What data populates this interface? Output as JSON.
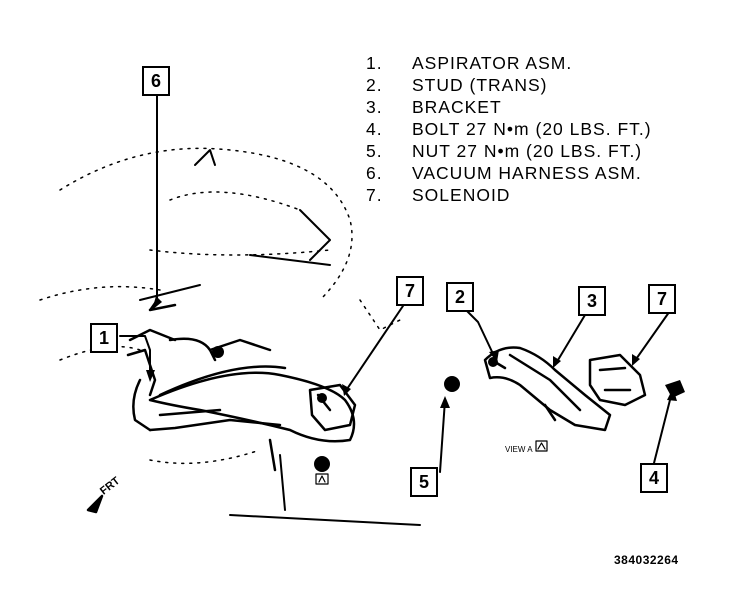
{
  "legend": {
    "items": [
      {
        "num": "1.",
        "label": "ASPIRATOR ASM."
      },
      {
        "num": "2.",
        "label": "STUD (TRANS)"
      },
      {
        "num": "3.",
        "label": "BRACKET"
      },
      {
        "num": "4.",
        "label": "BOLT 27 N•m (20 LBS. FT.)"
      },
      {
        "num": "5.",
        "label": "NUT 27 N•m (20 LBS. FT.)"
      },
      {
        "num": "6.",
        "label": "VACUUM HARNESS ASM."
      },
      {
        "num": "7.",
        "label": "SOLENOID"
      }
    ]
  },
  "callouts": {
    "c1": "1",
    "c2": "2",
    "c3": "3",
    "c4": "4",
    "c5": "5",
    "c6": "6",
    "c7a": "7",
    "c7b": "7"
  },
  "direction_label": "FRT",
  "view_label": "VIEW A",
  "figure_ref": "384032264"
}
